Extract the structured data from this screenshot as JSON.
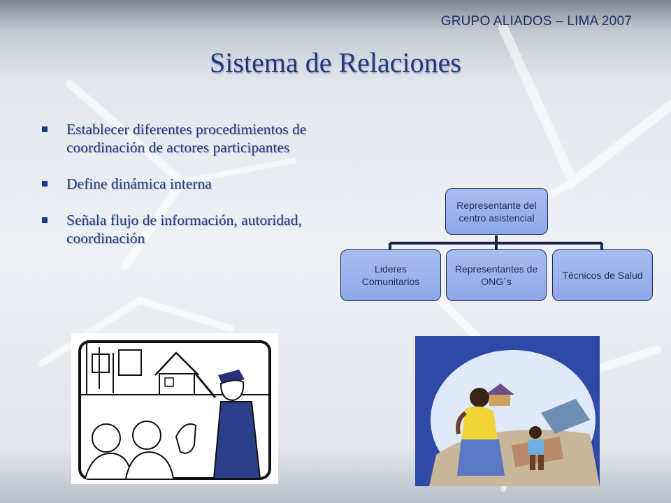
{
  "header": "GRUPO ALIADOS – LIMA 2007",
  "title": "Sistema de Relaciones",
  "bullets": [
    "Establecer diferentes procedimientos de coordinación de actores participantes",
    "Define dinámica interna",
    "Señala flujo de información, autoridad, coordinación"
  ],
  "org": {
    "root": "Representante del centro asistencial",
    "children": [
      "Lideres Comunitarios",
      "Representantes de ONG`s",
      "Técnicos de Salud"
    ]
  },
  "colors": {
    "title": "#203a82",
    "node_fill": "#98b0ec",
    "node_border": "#1a2a55",
    "connector": "#17244a"
  }
}
